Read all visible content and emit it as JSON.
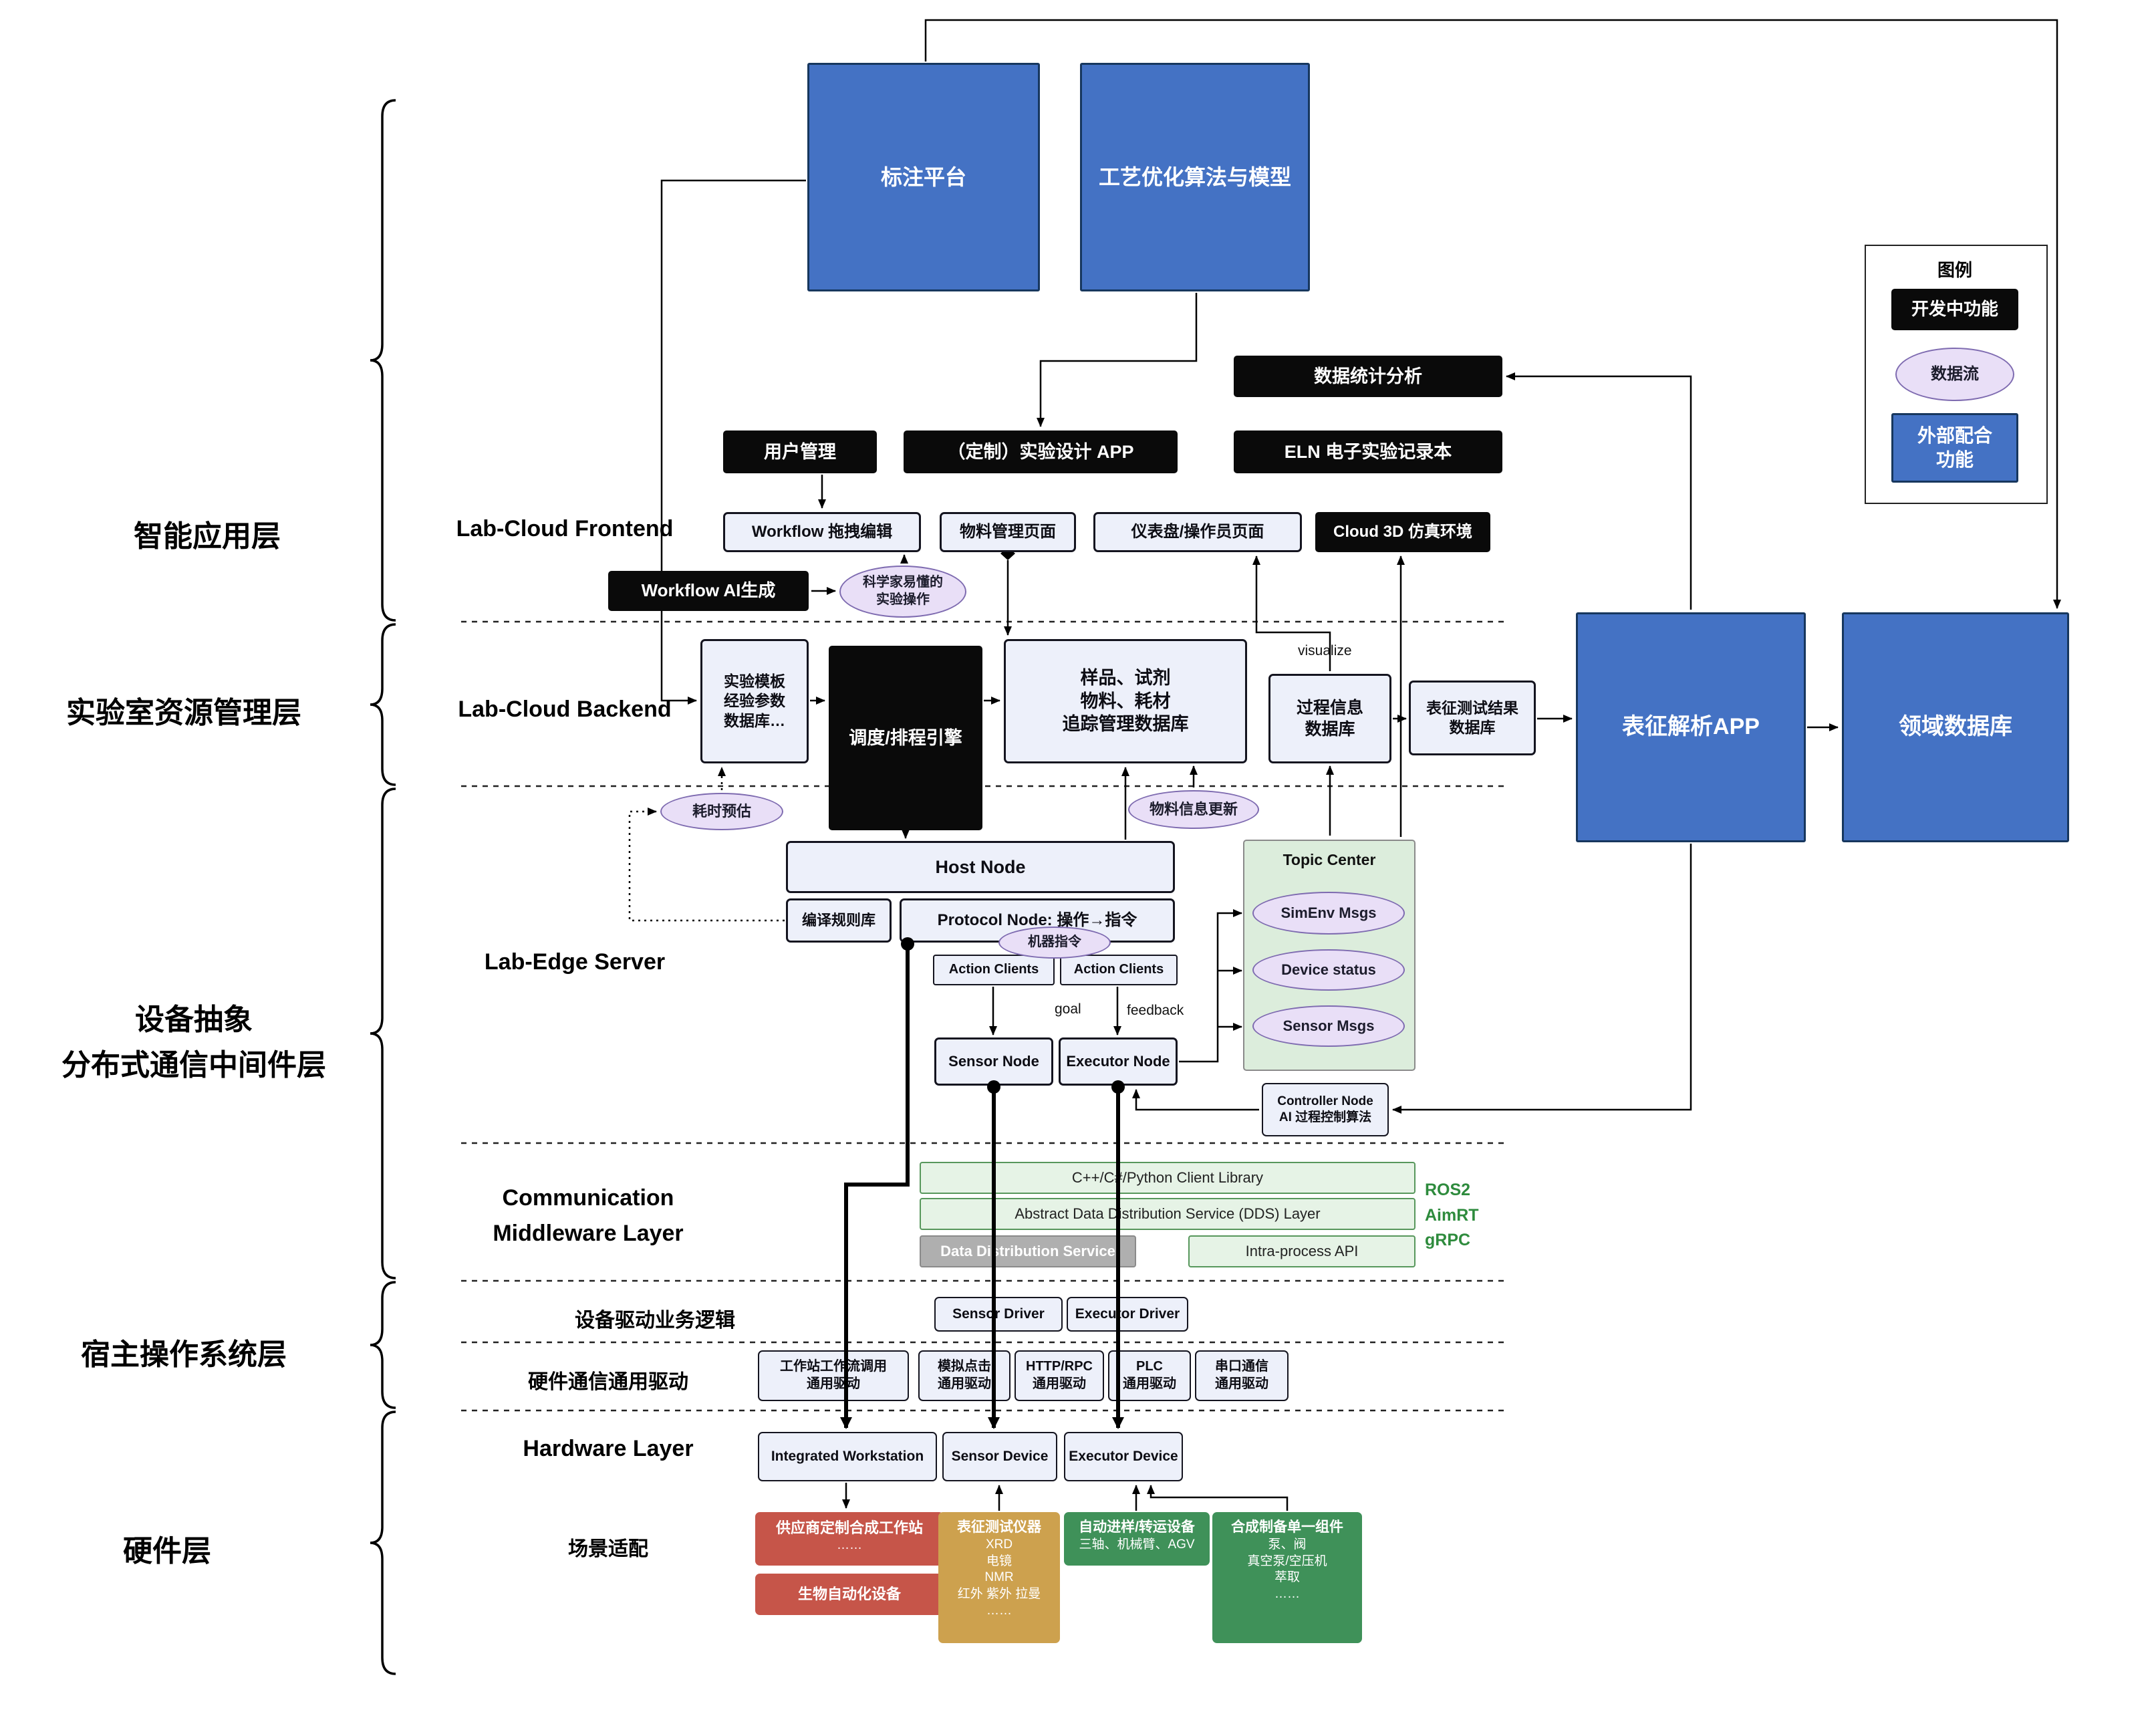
{
  "colors": {
    "accent_blue": "#4472C4",
    "dev_black": "#0A0A0A",
    "dataflow_purple": "#E9DFF7",
    "purple_border": "#7E6BB0",
    "middleware_green": "#E6F3E6",
    "hw_red": "#C65549",
    "hw_tan": "#CDA14E",
    "hw_green": "#3F9159"
  },
  "layers": {
    "app": "智能应用层",
    "resource": "实验室资源管理层",
    "device": "设备抽象\n分布式通信中间件层",
    "os": "宿主操作系统层",
    "hardware": "硬件层"
  },
  "legend": {
    "title": "图例",
    "developing": "开发中功能",
    "dataflow": "数据流",
    "external": "外部配合\n功能"
  },
  "top": {
    "annotation_platform": "标注平台",
    "process_optimization": "工艺优化算法与模型"
  },
  "frontend": {
    "section": "Lab-Cloud Frontend",
    "data_stats": "数据统计分析",
    "user_mgmt": "用户管理",
    "custom_app": "（定制）实验设计 APP",
    "eln": "ELN 电子实验记录本",
    "workflow_edit": "Workflow 拖拽编辑",
    "material_page": "物料管理页面",
    "dashboard_page": "仪表盘/操作员页面",
    "cloud_3d": "Cloud 3D 仿真环境",
    "workflow_ai": "Workflow AI生成",
    "scientist_ops": "科学家易懂的\n实验操作"
  },
  "backend": {
    "section": "Lab-Cloud Backend",
    "template_db": "实验模板\n经验参数\n数据库…",
    "scheduler": "调度/排程引擎",
    "sample_db": "样品、试剂\n物料、耗材\n追踪管理数据库",
    "visualize": "visualize",
    "process_db": "过程信息\n数据库",
    "char_result_db": "表征测试结果\n数据库",
    "char_app": "表征解析APP",
    "domain_db": "领域数据库",
    "time_estimate": "耗时预估",
    "material_update": "物料信息更新"
  },
  "edge": {
    "section": "Lab-Edge Server",
    "host_node": "Host Node",
    "compile_lib": "编译规则库",
    "protocol_node": "Protocol Node: 操作→指令",
    "machine_cmd": "机器指令",
    "action_clients_left": "Action Clients",
    "action_clients_right": "Action Clients",
    "goal": "goal",
    "feedback": "feedback",
    "sensor_node": "Sensor Node",
    "executor_node": "Executor Node",
    "topic_center": "Topic Center",
    "simenv_msgs": "SimEnv Msgs",
    "device_status": "Device status",
    "sensor_msgs": "Sensor Msgs",
    "controller_node": "Controller Node\nAI 过程控制算法"
  },
  "middleware": {
    "section": "Communication\nMiddleware Layer",
    "client_library": "C++/C#/Python Client Library",
    "dds_abstract": "Abstract Data Distribution Service (DDS) Layer",
    "dds_service": "Data Distribution Service",
    "intra_process": "Intra-process API",
    "frameworks": "ROS2\nAimRT\ngRPC"
  },
  "os_layer": {
    "driver_logic": "设备驱动业务逻辑",
    "sensor_driver": "Sensor Driver",
    "executor_driver": "Executor Driver",
    "hw_comm": "硬件通信通用驱动",
    "drivers": [
      {
        "label": "工作站工作流调用\n通用驱动"
      },
      {
        "label": "模拟点击\n通用驱动"
      },
      {
        "label": "HTTP/RPC\n通用驱动"
      },
      {
        "label": "PLC\n通用驱动"
      },
      {
        "label": "串口通信\n通用驱动"
      }
    ]
  },
  "hardware": {
    "section": "Hardware Layer",
    "integrated_workstation": "Integrated Workstation",
    "sensor_device": "Sensor Device",
    "executor_device": "Executor Device",
    "scenario": "场景适配",
    "vendor_ws_title": "供应商定制合成工作站",
    "vendor_ws_body": "……",
    "bio_auto": "生物自动化设备",
    "char_title": "表征测试仪器",
    "char_body": "XRD\n电镜\nNMR\n红外 紫外 拉曼\n……",
    "transfer_title": "自动进样/转运设备",
    "transfer_body": "三轴、机械臂、AGV",
    "synth_title": "合成制备单一组件",
    "synth_body": "泵、阀\n真空泵/空压机\n萃取\n……"
  }
}
